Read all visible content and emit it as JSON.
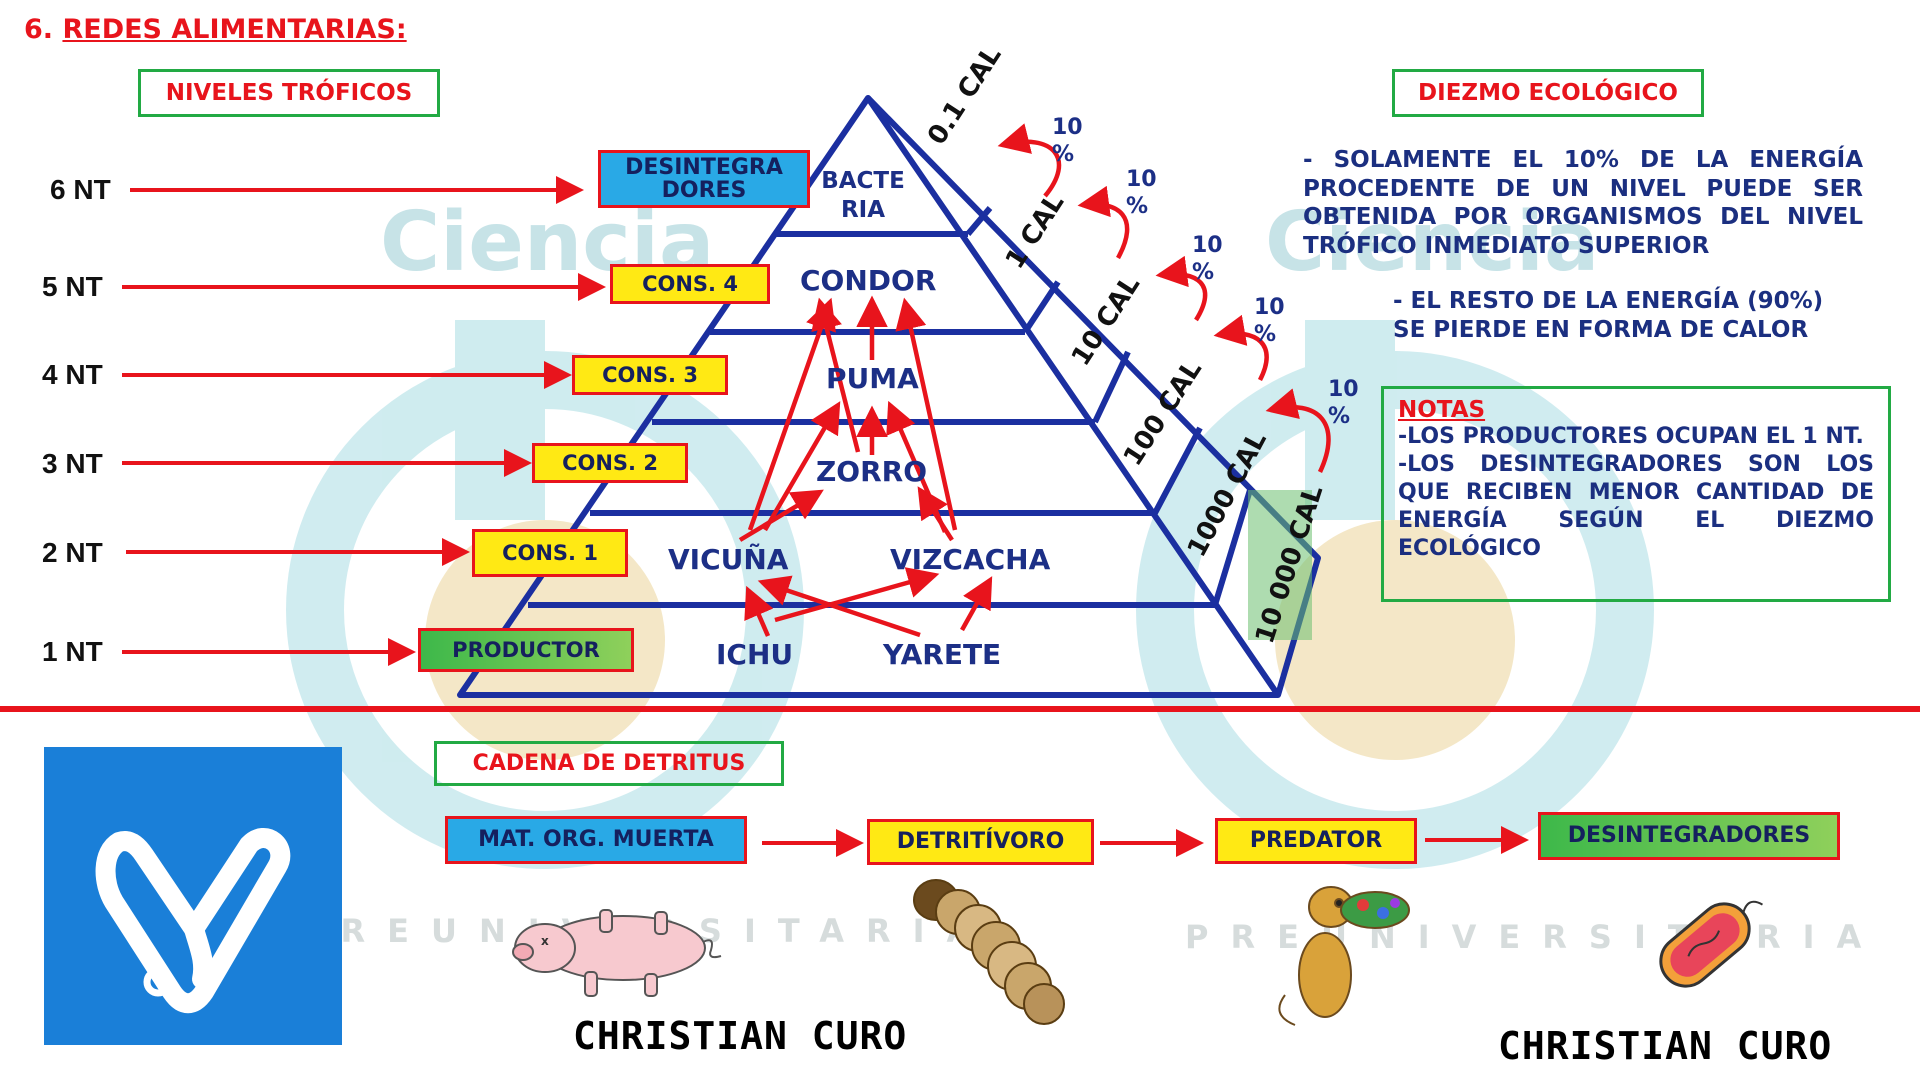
{
  "section": {
    "number": "6.",
    "title": "REDES ALIMENTARIAS:"
  },
  "levels_title": "NIVELES TRÓFICOS",
  "diezmo_title": "DIEZMO ECOLÓGICO",
  "levels": [
    {
      "nt": "6 NT",
      "role": "DESINTEGRA DORES"
    },
    {
      "nt": "5 NT",
      "role": "CONS. 4"
    },
    {
      "nt": "4 NT",
      "role": "CONS. 3"
    },
    {
      "nt": "3 NT",
      "role": "CONS. 2"
    },
    {
      "nt": "2 NT",
      "role": "CONS. 1"
    },
    {
      "nt": "1 NT",
      "role": "PRODUCTOR"
    }
  ],
  "organisms": {
    "bacteria": "BACTE RIA",
    "condor": "CONDOR",
    "puma": "PUMA",
    "zorro": "ZORRO",
    "vicuna": "VICUÑA",
    "vizcacha": "VIZCACHA",
    "ichu": "ICHU",
    "yarete": "YARETE"
  },
  "energy": {
    "labels": [
      "0.1 CAL",
      "1 CAL",
      "10 CAL",
      "100 CAL",
      "1000 CAL",
      "10 000 CAL"
    ],
    "transfer_label": "10 %",
    "transfer_percent": 10
  },
  "diezmo_text_1": "- SOLAMENTE EL 10% DE LA ENERGÍA PROCEDENTE DE UN NIVEL PUEDE SER OBTENIDA POR ORGANISMOS DEL NIVEL TRÓFICO INMEDIATO SUPERIOR",
  "diezmo_text_2": "- EL RESTO DE LA ENERGÍA (90%) SE PIERDE EN FORMA DE CALOR",
  "notas": {
    "title": "NOTAS",
    "line1": "-LOS PRODUCTORES OCUPAN EL 1 NT.",
    "line2": "-LOS DESINTEGRADORES SON LOS QUE RECIBEN MENOR CANTIDAD DE ENERGÍA SEGÚN EL DIEZMO ECOLÓGICO"
  },
  "detritus": {
    "title": "CADENA DE DETRITUS",
    "chain": [
      "MAT. ORG. MUERTA",
      "DETRITÍVORO",
      "PREDATOR",
      "DESINTEGRADORES"
    ]
  },
  "credits": [
    "CHRISTIAN CURO",
    "CHRISTIAN CURO"
  ],
  "watermark": {
    "word": "Ciencia",
    "subtitle": "PREUNIVERSITARIA"
  },
  "colors": {
    "pyramid": "#1b2fa0",
    "arrow": "#e8141c",
    "box_border": "#e8141c",
    "green_border": "#22aa44",
    "logo_bg": "#1a7fd8",
    "text_blue": "#1b2f80"
  }
}
